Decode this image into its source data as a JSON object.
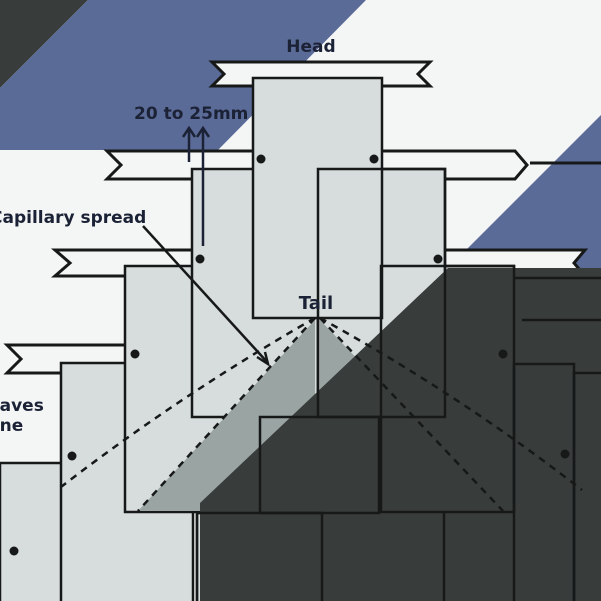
{
  "labels": {
    "head": "Head",
    "gap": "20 to 25mm",
    "capillary": "Capillary spread",
    "tail": "Tail",
    "eaves_line1": "Eaves",
    "eaves_line2": "line"
  },
  "colors": {
    "background": "#f4f6f6",
    "accent_blue": "#5b6b98",
    "dark_panel": "#383c3b",
    "slate_fill": "#d7dcdc",
    "spread_fill": "#9aa5a3",
    "line": "#161918"
  }
}
